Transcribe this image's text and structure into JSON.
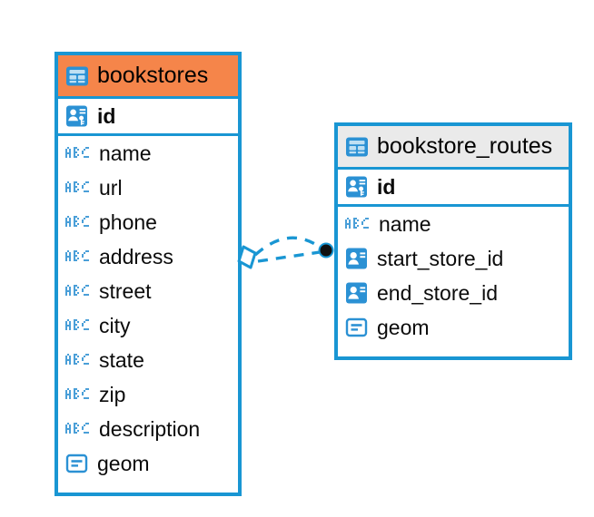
{
  "diagram": {
    "type": "entity-relationship-diagram",
    "background_color": "#ffffff",
    "accent_color": "#1996d3",
    "highlight_color": "#f5854a",
    "header_color": "#eaeaea"
  },
  "entities": [
    {
      "name": "bookstores",
      "header_style": "orange",
      "table_icon": "table-icon",
      "primary_keys": [
        {
          "label": "id",
          "icon": "primary-key-icon"
        }
      ],
      "fields": [
        {
          "label": "name",
          "icon": "text-type-icon"
        },
        {
          "label": "url",
          "icon": "text-type-icon"
        },
        {
          "label": "phone",
          "icon": "text-type-icon"
        },
        {
          "label": "address",
          "icon": "text-type-icon"
        },
        {
          "label": "street",
          "icon": "text-type-icon"
        },
        {
          "label": "city",
          "icon": "text-type-icon"
        },
        {
          "label": "state",
          "icon": "text-type-icon"
        },
        {
          "label": "zip",
          "icon": "text-type-icon"
        },
        {
          "label": "description",
          "icon": "text-type-icon"
        },
        {
          "label": "geom",
          "icon": "geometry-type-icon"
        }
      ]
    },
    {
      "name": "bookstore_routes",
      "header_style": "grey",
      "table_icon": "table-icon",
      "primary_keys": [
        {
          "label": "id",
          "icon": "primary-key-icon"
        }
      ],
      "fields": [
        {
          "label": "name",
          "icon": "text-type-icon"
        },
        {
          "label": "start_store_id",
          "icon": "foreign-key-icon"
        },
        {
          "label": "end_store_id",
          "icon": "foreign-key-icon"
        },
        {
          "label": "geom",
          "icon": "geometry-type-icon"
        }
      ]
    }
  ],
  "relationship": {
    "source_entity": "bookstores",
    "target_entity": "bookstore_routes",
    "source_marker": "diamond-marker",
    "target_marker": "filled-circle-marker",
    "line_style": "dashed",
    "line_color": "#1996d3"
  }
}
